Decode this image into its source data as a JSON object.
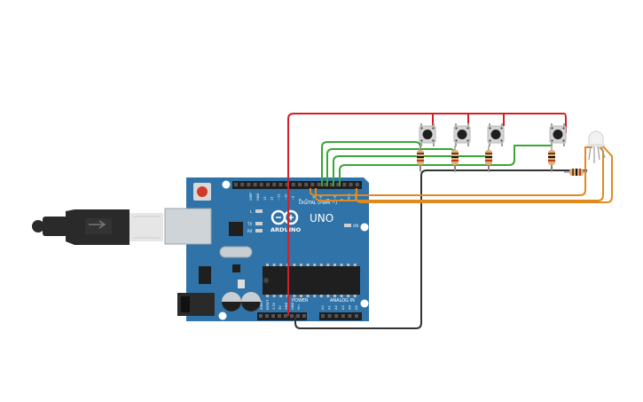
{
  "board": {
    "brand": "ARDUINO",
    "model": "UNO",
    "digital_label": "DIGITAL (PWM ~)",
    "power_label": "POWER",
    "analog_label": "ANALOG IN",
    "on_label": "ON",
    "tx_label": "TX",
    "rx_label": "RX",
    "l_label": "L",
    "top_pins": [
      "AREF",
      "GND",
      "13",
      "12",
      "~11",
      "~10",
      "~9",
      "8",
      "7",
      "~6",
      "~5",
      "4",
      "~3",
      "2",
      "TX 1",
      "RX 0"
    ],
    "power_pins": [
      "IOREF",
      "RESET",
      "3.3V",
      "5V",
      "GND",
      "GND",
      "Vin"
    ],
    "analog_pins": [
      "A0",
      "A1",
      "A2",
      "A3",
      "A4",
      "A5"
    ]
  },
  "components": {
    "buttons": [
      "pushbutton-1",
      "pushbutton-2",
      "pushbutton-3",
      "pushbutton-4"
    ],
    "resistors": [
      "pulldown-resistor-1",
      "pulldown-resistor-2",
      "pulldown-resistor-3",
      "pulldown-resistor-4",
      "led-resistor"
    ],
    "led": "rgb-led"
  },
  "colors": {
    "board": "#2f73a8",
    "red_wire": "#d32027",
    "green_wire": "#3aa635",
    "orange_wire": "#e08a1e",
    "black_wire": "#333333",
    "usb_cable": "#2a2a2a"
  }
}
